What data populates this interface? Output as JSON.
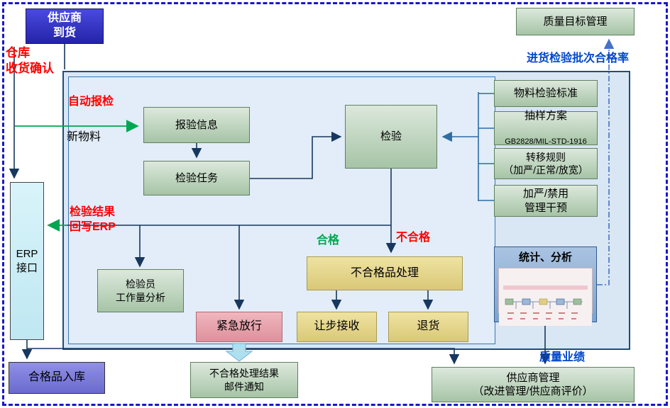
{
  "nodes": {
    "supplier_arrival": {
      "label": "供应商\n到货"
    },
    "quality_target": {
      "label": "质量目标管理"
    },
    "report_info": {
      "label": "报验信息"
    },
    "inspection_task": {
      "label": "检验任务"
    },
    "inspection": {
      "label": "检验"
    },
    "material_standard": {
      "label": "物料检验标准"
    },
    "sampling_plan": {
      "label": "抽样方案",
      "sub": "GB2828/MIL-STD-1916"
    },
    "transfer_rules": {
      "label": "转移规则\n（加严/正常/放宽）"
    },
    "management_intervention": {
      "label": "加严/禁用\n管理干预"
    },
    "erp_interface": {
      "label": "ERP\n接口"
    },
    "inspector_workload": {
      "label": "检验员\n工作量分析"
    },
    "nonconforming_handling": {
      "label": "不合格品处理"
    },
    "statistics_analysis": {
      "label": "统计、分析"
    },
    "emergency_release": {
      "label": "紧急放行"
    },
    "concession_acceptance": {
      "label": "让步接收"
    },
    "return_goods": {
      "label": "退货"
    },
    "qualified_storage": {
      "label": "合格品入库"
    },
    "email_notification": {
      "label": "不合格处理结果\n邮件通知"
    },
    "supplier_management": {
      "label": "供应商管理\n（改进管理/供应商评价）"
    }
  },
  "labels": {
    "warehouse_receipt_confirm": "仓库\n收货确认",
    "incoming_pass_rate": "进货检验批次合格率",
    "auto_inspection_report": "自动报检",
    "new_material": "新物料",
    "result_writeback": "检验结果\n回写ERP",
    "qualified": "合格",
    "unqualified": "不合格",
    "quality_performance": "质量业绩"
  },
  "colors": {
    "frame_blue": "#1717C9",
    "container_fill": "#D9E6F4",
    "node_green": "#A6C4A6",
    "node_yellow": "#D9C877",
    "node_pink": "#E8A4AE",
    "node_dark_blue": "#3A3AD0",
    "node_periwinkle": "#7B7BD9",
    "node_cyan": "#CBEFF7",
    "stats_blue": "#8FAFD6",
    "label_red": "#FF0000",
    "label_green": "#00A651",
    "label_blue": "#0047CC",
    "connector_dark": "#17375E"
  }
}
